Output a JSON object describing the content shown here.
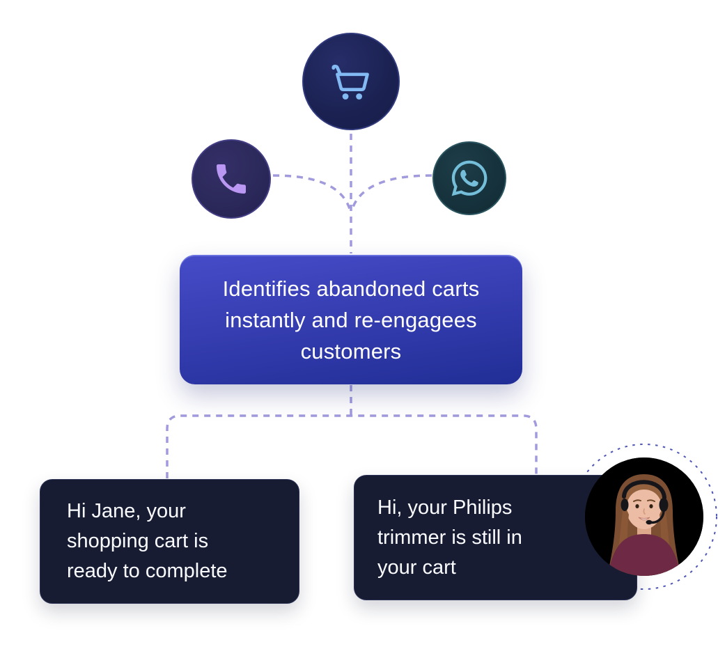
{
  "diagram": {
    "title_box": {
      "lines": [
        "Identifies abandoned carts",
        "instantly and re-engagees",
        "customers"
      ]
    },
    "channel_icons": [
      {
        "name": "shopping-cart-icon"
      },
      {
        "name": "phone-icon"
      },
      {
        "name": "whatsapp-icon"
      }
    ],
    "messages": [
      {
        "lines": [
          "Hi Jane, your",
          "shopping cart is",
          "ready to complete"
        ]
      },
      {
        "lines": [
          "Hi, your Philips",
          "trimmer is still in",
          "your cart"
        ]
      }
    ],
    "agent_photo": "support-agent-woman-with-headset",
    "colors": {
      "box_gradient_top": "#464cc8",
      "box_gradient_bottom": "#212e96",
      "card_bg": "#171c33",
      "connector_dash": "#a19bdd",
      "photo_ring_dash": "#4d55b5",
      "cart_circle_bg": "#1b2252",
      "cart_icon": "#84baf3",
      "phone_circle_bg": "#2b285a",
      "phone_icon": "#ba97f3",
      "whatsapp_circle_bg": "#16323c",
      "whatsapp_icon": "#74bed9",
      "agent_sweater": "#6e2a44",
      "agent_hair": "#8a5737"
    }
  }
}
